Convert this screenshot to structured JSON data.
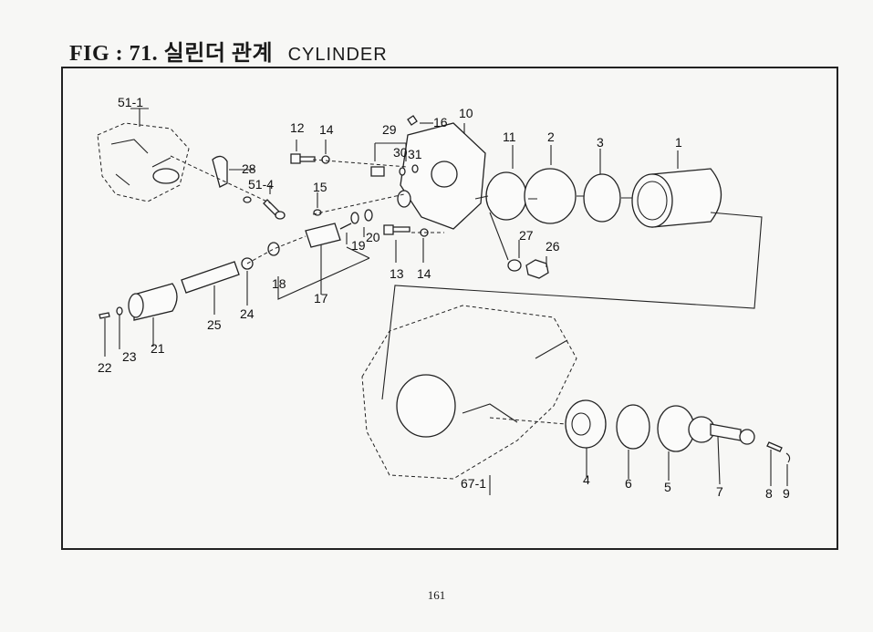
{
  "header": {
    "fig": "FIG : 71.",
    "korean": "실린더 관계",
    "english": "CYLINDER"
  },
  "page_number": "161",
  "callouts": {
    "c51_1": "51-1",
    "c28": "28",
    "c51_4": "51-4",
    "c12": "12",
    "c14a": "14",
    "c29": "29",
    "c30": "30",
    "c31": "31",
    "c16": "16",
    "c10": "10",
    "c11": "11",
    "c2": "2",
    "c3": "3",
    "c1": "1",
    "c15": "15",
    "c13": "13",
    "c14b": "14",
    "c19": "19",
    "c20": "20",
    "c27": "27",
    "c26": "26",
    "c18": "18",
    "c17": "17",
    "c24": "24",
    "c25": "25",
    "c21": "21",
    "c22": "22",
    "c23": "23",
    "c4": "4",
    "c6": "6",
    "c5": "5",
    "c7": "7",
    "c8": "8",
    "c9": "9",
    "c67_1": "67-1"
  }
}
